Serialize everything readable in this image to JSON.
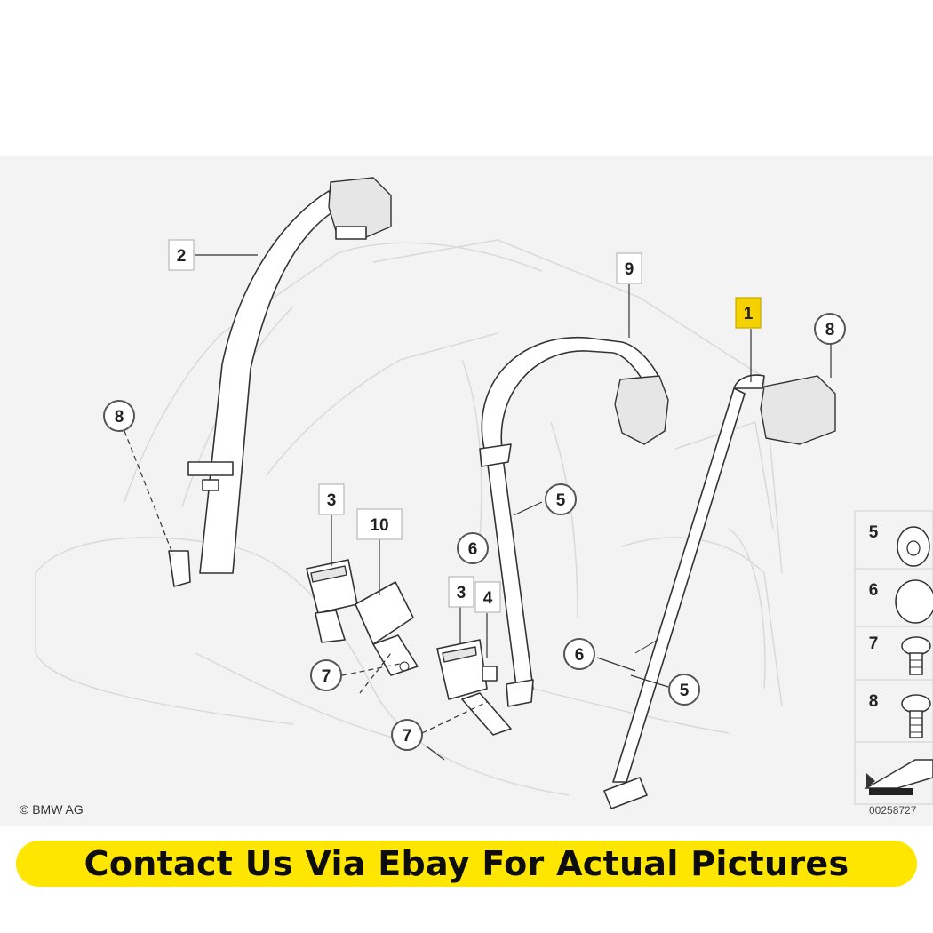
{
  "diagram": {
    "copyright": "© BMW AG",
    "image_number": "00258727",
    "part_labels": [
      {
        "id": "2",
        "text": "2",
        "style": "square"
      },
      {
        "id": "9",
        "text": "9",
        "style": "square"
      },
      {
        "id": "1",
        "text": "1",
        "style": "square-highlighted"
      },
      {
        "id": "8a",
        "text": "8",
        "style": "circle"
      },
      {
        "id": "8b",
        "text": "8",
        "style": "circle"
      },
      {
        "id": "3a",
        "text": "3",
        "style": "square"
      },
      {
        "id": "10",
        "text": "10",
        "style": "square"
      },
      {
        "id": "5a",
        "text": "5",
        "style": "circle"
      },
      {
        "id": "6a",
        "text": "6",
        "style": "circle"
      },
      {
        "id": "3b",
        "text": "3",
        "style": "square"
      },
      {
        "id": "4",
        "text": "4",
        "style": "square"
      },
      {
        "id": "7a",
        "text": "7",
        "style": "circle"
      },
      {
        "id": "7b",
        "text": "7",
        "style": "circle"
      },
      {
        "id": "6b",
        "text": "6",
        "style": "circle"
      },
      {
        "id": "5b",
        "text": "5",
        "style": "circle"
      }
    ],
    "legend": [
      {
        "number": "5",
        "part": "clip-icon"
      },
      {
        "number": "6",
        "part": "cap-icon"
      },
      {
        "number": "7",
        "part": "bolt-icon"
      },
      {
        "number": "8",
        "part": "screw-icon"
      }
    ],
    "colors": {
      "highlight": "#f5d100",
      "background": "#f3f3f3"
    }
  },
  "banner": {
    "text": "Contact Us Via Ebay For Actual Pictures",
    "color": "#ffe600"
  }
}
